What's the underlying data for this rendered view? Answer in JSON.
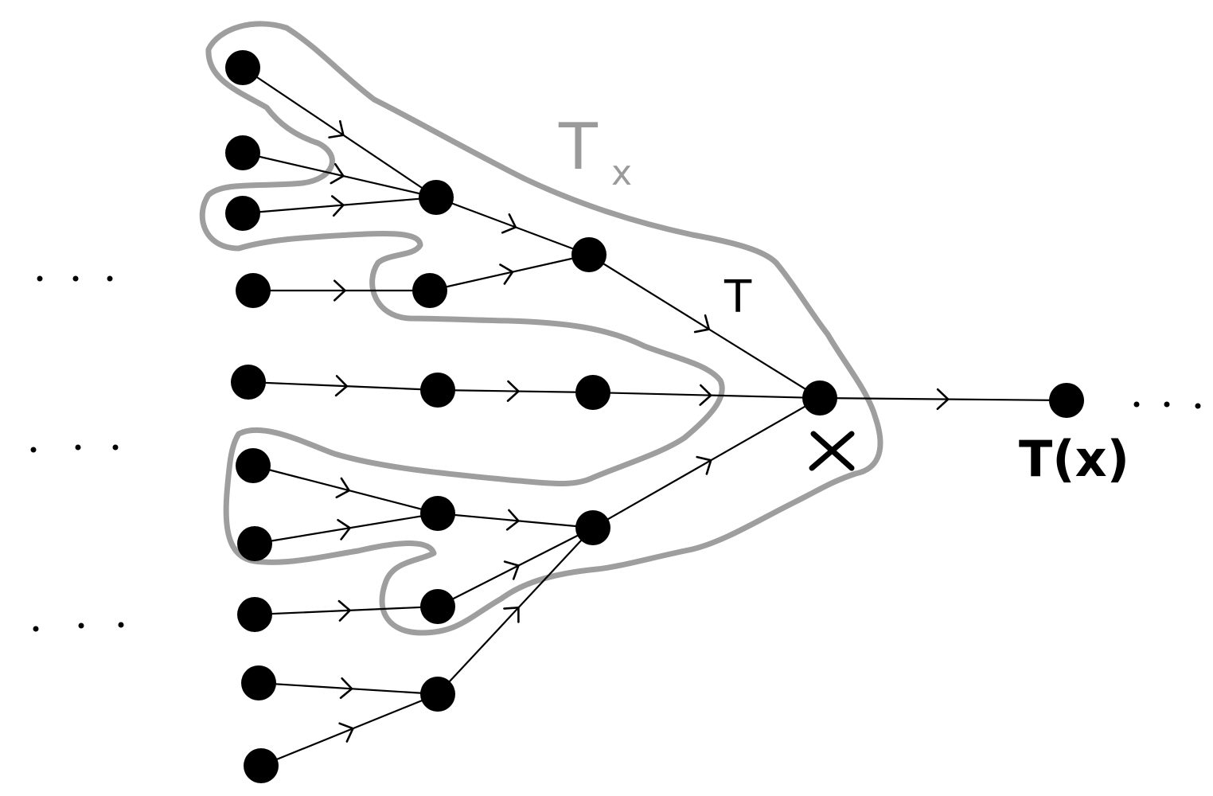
{
  "labels": {
    "subtree": "T",
    "subtree_subscript": "x",
    "map": "T",
    "point": "x",
    "image": "T(x)",
    "ellipsis": "..."
  },
  "colors": {
    "ink": "#000000",
    "outline": "#9e9e9e"
  }
}
